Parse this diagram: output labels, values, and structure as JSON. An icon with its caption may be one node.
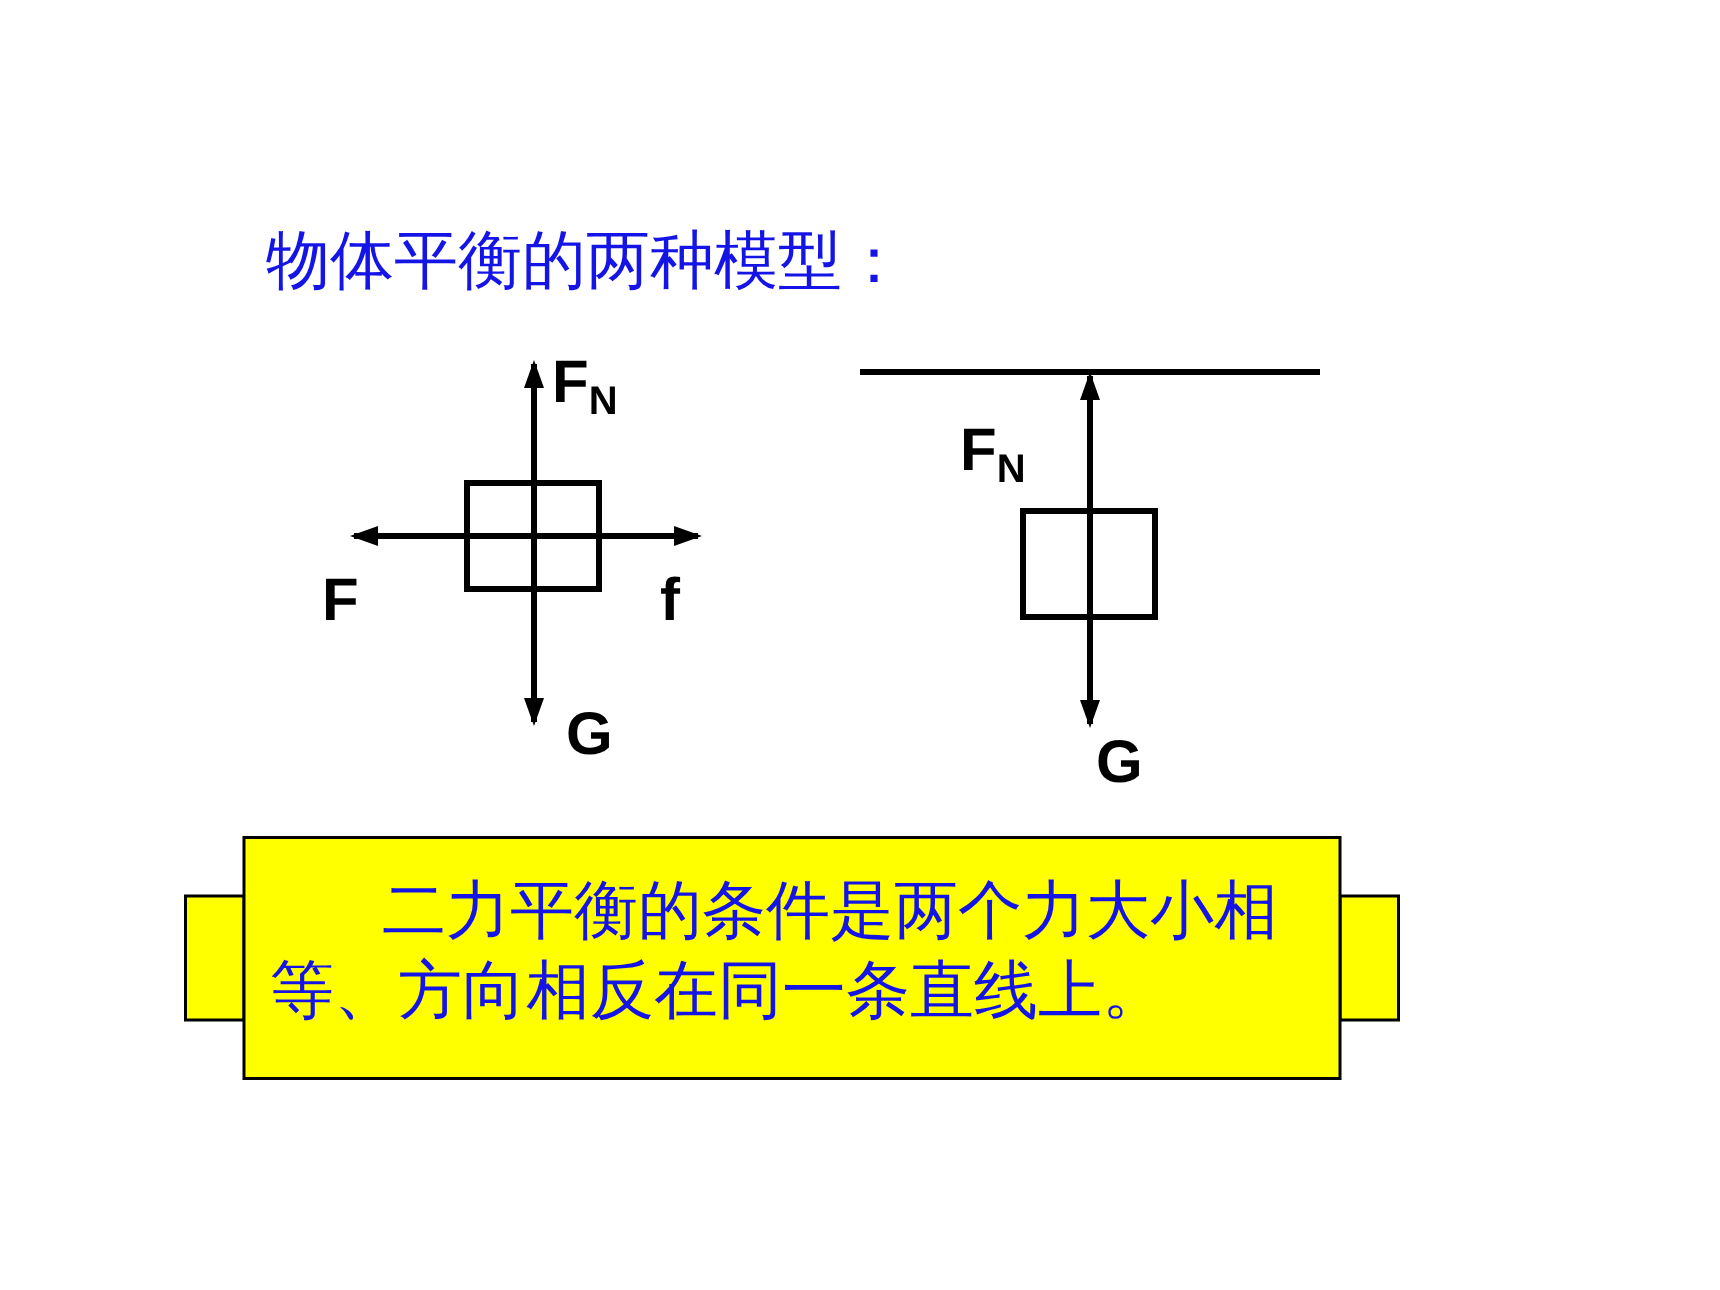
{
  "diagram": {
    "title": "物体平衡的两种模型：",
    "nodes": [
      {
        "text": [
          "二力平衡的条件是两个力大小相等、方向相反在同一条直线上。"
        ]
      },
      {
        "text": [],
        "shape": "box"
      },
      {
        "text": [],
        "shape": "box"
      }
    ],
    "labels": [
      "F$_{N}$",
      "F",
      "f",
      "G",
      "F$_{N}$",
      "G"
    ]
  }
}
